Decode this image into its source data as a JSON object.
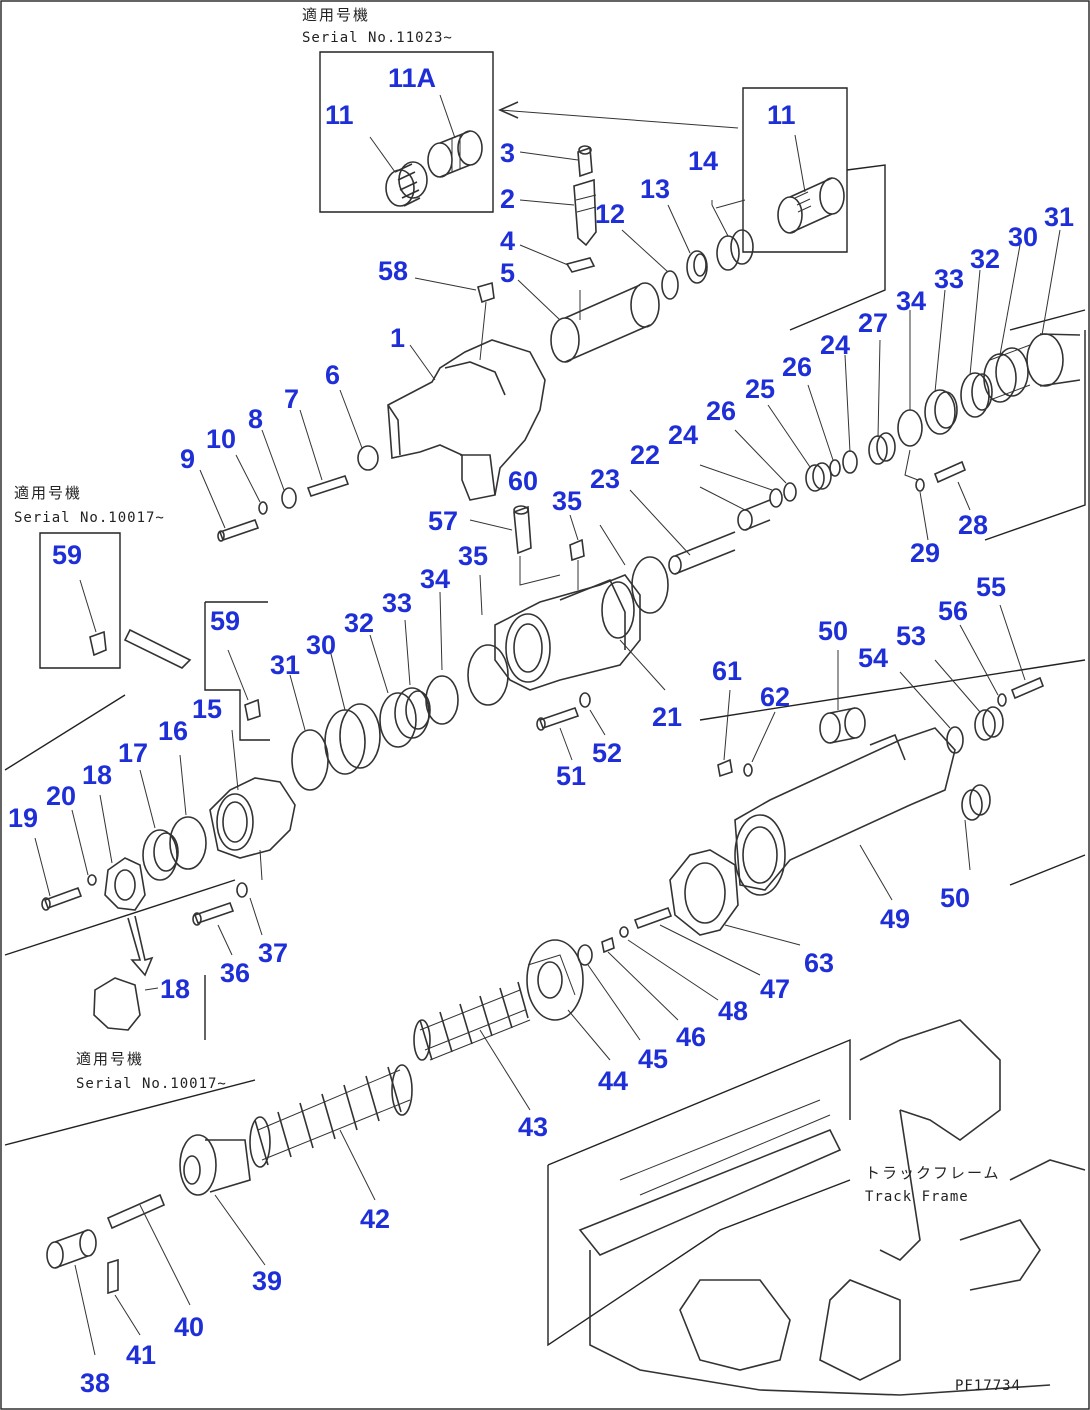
{
  "notes": {
    "top_jp": "適用号機",
    "top_serial": "Serial No.11023~",
    "left_jp": "適用号機",
    "left_serial": "Serial No.10017~",
    "bottom_jp": "適用号機",
    "bottom_serial": "Serial No.10017~",
    "track_frame_jp": "トラックフレーム",
    "track_frame_en": "Track Frame",
    "drawing_id": "PF17734"
  },
  "callouts": [
    {
      "id": "c11a",
      "text": "11A"
    },
    {
      "id": "c11-left",
      "text": "11"
    },
    {
      "id": "c11-right",
      "text": "11"
    },
    {
      "id": "c3",
      "text": "3"
    },
    {
      "id": "c2",
      "text": "2"
    },
    {
      "id": "c12",
      "text": "12"
    },
    {
      "id": "c13",
      "text": "13"
    },
    {
      "id": "c14",
      "text": "14"
    },
    {
      "id": "c4",
      "text": "4"
    },
    {
      "id": "c5",
      "text": "5"
    },
    {
      "id": "c58",
      "text": "58"
    },
    {
      "id": "c1",
      "text": "1"
    },
    {
      "id": "c6",
      "text": "6"
    },
    {
      "id": "c7",
      "text": "7"
    },
    {
      "id": "c8",
      "text": "8"
    },
    {
      "id": "c10",
      "text": "10"
    },
    {
      "id": "c9",
      "text": "9"
    },
    {
      "id": "c31-top",
      "text": "31"
    },
    {
      "id": "c30-top",
      "text": "30"
    },
    {
      "id": "c32-top",
      "text": "32"
    },
    {
      "id": "c33-top",
      "text": "33"
    },
    {
      "id": "c34-top",
      "text": "34"
    },
    {
      "id": "c27",
      "text": "27"
    },
    {
      "id": "c24-top",
      "text": "24"
    },
    {
      "id": "c26-top",
      "text": "26"
    },
    {
      "id": "c25",
      "text": "25"
    },
    {
      "id": "c26-mid",
      "text": "26"
    },
    {
      "id": "c24-mid",
      "text": "24"
    },
    {
      "id": "c22",
      "text": "22"
    },
    {
      "id": "c23",
      "text": "23"
    },
    {
      "id": "c60",
      "text": "60"
    },
    {
      "id": "c35-top",
      "text": "35"
    },
    {
      "id": "c57",
      "text": "57"
    },
    {
      "id": "c29",
      "text": "29"
    },
    {
      "id": "c28",
      "text": "28"
    },
    {
      "id": "c59-box",
      "text": "59"
    },
    {
      "id": "c59",
      "text": "59"
    },
    {
      "id": "c35-mid",
      "text": "35"
    },
    {
      "id": "c34-mid",
      "text": "34"
    },
    {
      "id": "c33-mid",
      "text": "33"
    },
    {
      "id": "c32-mid",
      "text": "32"
    },
    {
      "id": "c30-mid",
      "text": "30"
    },
    {
      "id": "c31-mid",
      "text": "31"
    },
    {
      "id": "c21",
      "text": "21"
    },
    {
      "id": "c51",
      "text": "51"
    },
    {
      "id": "c52",
      "text": "52"
    },
    {
      "id": "c50-top",
      "text": "50"
    },
    {
      "id": "c54",
      "text": "54"
    },
    {
      "id": "c53",
      "text": "53"
    },
    {
      "id": "c56",
      "text": "56"
    },
    {
      "id": "c55",
      "text": "55"
    },
    {
      "id": "c61",
      "text": "61"
    },
    {
      "id": "c62",
      "text": "62"
    },
    {
      "id": "c15",
      "text": "15"
    },
    {
      "id": "c16",
      "text": "16"
    },
    {
      "id": "c17",
      "text": "17"
    },
    {
      "id": "c18",
      "text": "18"
    },
    {
      "id": "c20",
      "text": "20"
    },
    {
      "id": "c19",
      "text": "19"
    },
    {
      "id": "c49",
      "text": "49"
    },
    {
      "id": "c50-bot",
      "text": "50"
    },
    {
      "id": "c63",
      "text": "63"
    },
    {
      "id": "c36",
      "text": "36"
    },
    {
      "id": "c37",
      "text": "37"
    },
    {
      "id": "c18-alt",
      "text": "18"
    },
    {
      "id": "c47",
      "text": "47"
    },
    {
      "id": "c48",
      "text": "48"
    },
    {
      "id": "c46",
      "text": "46"
    },
    {
      "id": "c45",
      "text": "45"
    },
    {
      "id": "c44",
      "text": "44"
    },
    {
      "id": "c43",
      "text": "43"
    },
    {
      "id": "c42",
      "text": "42"
    },
    {
      "id": "c39",
      "text": "39"
    },
    {
      "id": "c40",
      "text": "40"
    },
    {
      "id": "c41",
      "text": "41"
    },
    {
      "id": "c38",
      "text": "38"
    }
  ],
  "colors": {
    "callout": "#1f2fd8",
    "line": "#333333",
    "background": "#ffffff"
  }
}
